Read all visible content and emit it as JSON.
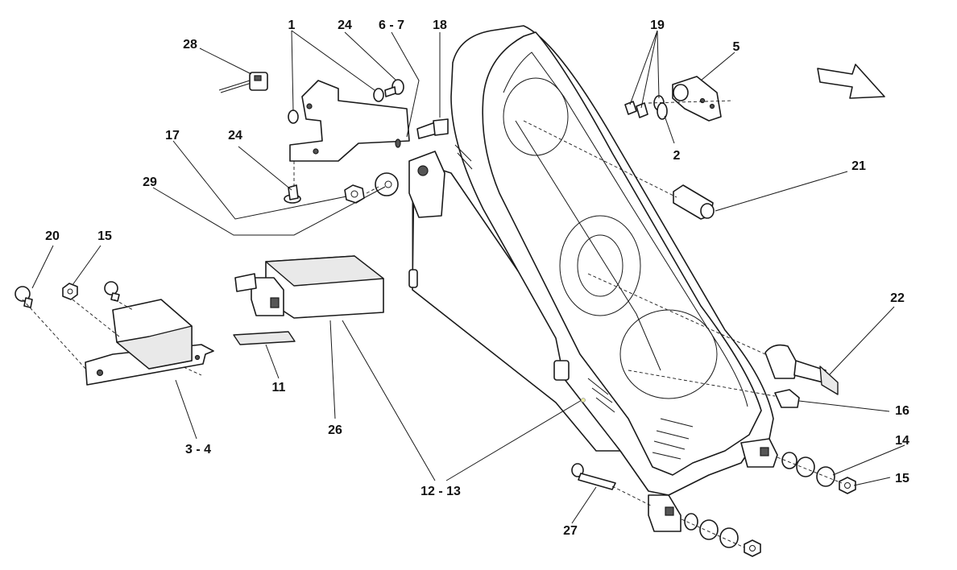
{
  "callouts": {
    "c1": "1",
    "c24a": "24",
    "c67": "6 - 7",
    "c18": "18",
    "c28": "28",
    "c17": "17",
    "c24b": "24",
    "c29": "29",
    "c19": "19",
    "c5": "5",
    "c2": "2",
    "c21": "21",
    "c20": "20",
    "c15a": "15",
    "c22": "22",
    "c11": "11",
    "c26": "26",
    "c34": "3 - 4",
    "c16": "16",
    "c14": "14",
    "c15b": "15",
    "c1213": "12 - 13",
    "c27": "27"
  },
  "colors": {
    "line": "#1a1a1a",
    "fill": "#ffffff",
    "shade": "#e9e9e9"
  },
  "icons": {
    "orientation": "arrow-right-down-icon"
  }
}
